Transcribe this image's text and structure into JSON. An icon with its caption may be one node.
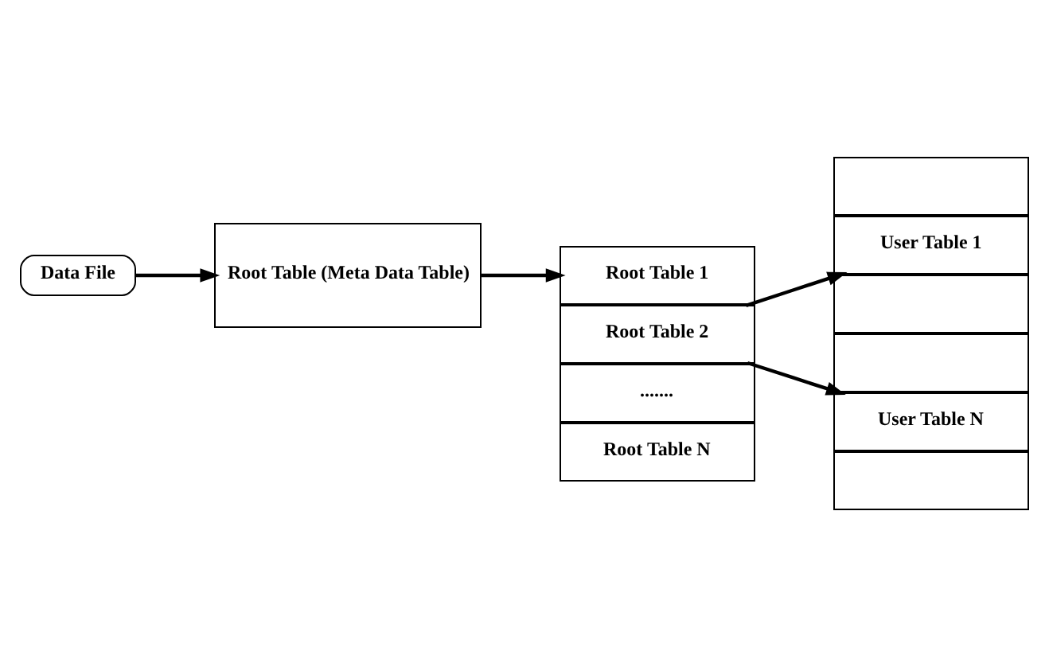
{
  "diagram": {
    "nodes": [
      {
        "text": [
          "Data File"
        ]
      },
      {
        "text": [
          "Root Table (Meta Data Table)"
        ]
      },
      {
        "text": [
          "Root Table 1"
        ]
      },
      {
        "text": [
          "Root Table 2"
        ]
      },
      {
        "text": [
          "......."
        ]
      },
      {
        "text": [
          "Root Table N"
        ]
      },
      {
        "text": [],
        "shape": "box"
      },
      {
        "text": [
          "User Table 1"
        ]
      },
      {
        "text": [],
        "shape": "box"
      },
      {
        "text": [],
        "shape": "box"
      },
      {
        "text": [
          "User Table N"
        ]
      },
      {
        "text": [],
        "shape": "box"
      }
    ],
    "edges": [
      {
        "from": 0,
        "to": 1,
        "arrow": "to"
      },
      {
        "from": 1,
        "to": 2,
        "arrow": "to"
      },
      {
        "from": 3,
        "to": 7,
        "arrow": "to"
      },
      {
        "from": 3,
        "to": 10,
        "arrow": "to"
      }
    ]
  }
}
